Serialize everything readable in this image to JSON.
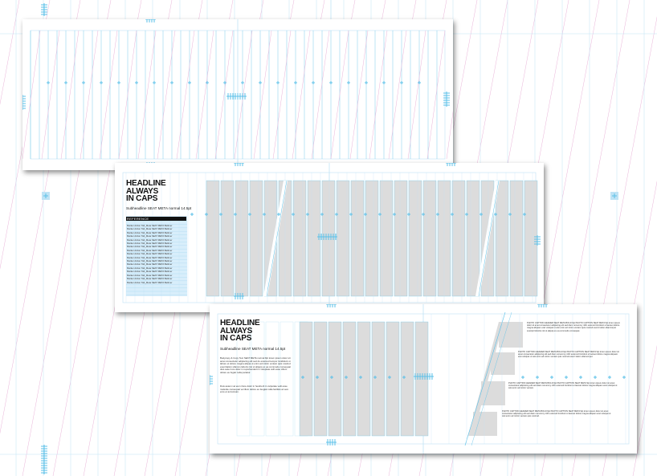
{
  "colors": {
    "guide_cyan": "#5bc0e8",
    "guide_light": "#bfe3f5",
    "guide_pink": "#e9b4d8",
    "gray_block": "#dcdcdc",
    "reference_fill": "#d8eefb",
    "text_dark": "#111111"
  },
  "spread_b": {
    "headline": "HEADLINE\nALWAYS\nIN CAPS",
    "subheadline": "Subheadline SEAT META normal 14.5pt",
    "reference_label": "REFERENCE",
    "reference_rows": [
      "Marker Action Tab_Meta SEAT META Bellmer",
      "Marker Action Tab_Meta SEAT META Bellmer",
      "Marker Action Tab_Meta SEAT META Bellmer",
      "Marker Action Tab_Meta SEAT META Bellmer",
      "Marker Action Tab_Meta SEAT META Bellmer",
      "Marker Action Tab_Meta SEAT META Bellmer",
      "Marker Action Tab_Meta SEAT META Bellmer",
      "Marker Action Tab_Meta SEAT META Bellmer",
      "Marker Action Tab_Meta SEAT META Bellmer",
      "Marker Action Tab_Meta SEAT META Bellmer",
      "Marker Action Tab_Meta SEAT META Bellmer",
      "Marker Action Tab_Meta SEAT META Bellmer",
      "Marker Action Tab_Meta SEAT META Bellmer",
      "Marker Action Tab_Meta SEAT META Bellmer",
      "Marker Action Tab_Meta SEAT META Bellmer",
      "Marker Action Tab_Meta SEAT META Bellmer",
      "Marker Action Tab_Meta SEAT META Bellmer"
    ]
  },
  "spread_c": {
    "headline": "HEADLINE\nALWAYS\nIN CAPS",
    "subheadline": "Subheadline SEAT META normal 14.5pt",
    "body_paragraph_1": "Bodycopy & Copy Text SEAT META normal 9pt lorem ipsum dolor sit amet consectetur adipiscing elit sed do eiusmod tempor incididunt ut labore et dolore magna aliqua ut enim ad minim veniam quis nostrud exercitation ullamco laboris nisi ut aliquip ex ea commodo consequat duis aute irure dolor in reprehenderit in voluptate velit esse cillum dolore eu fugiat nulla pariatur.",
    "body_paragraph_2": "Duis autem vel eum iriure dolor in hendrerit in vulputate velit esse molestie consequat vel illum dolore eu feugiat nulla facilisis at vero eros et accumsan.",
    "captions": [
      "PHOTO CAPTION HEADER SEAT META BOLD 9pt PHOTO CAPTION SEAT META 9pt lorem ipsum dolor sit amet consectetur adipiscing elit sed diam nonummy nibh euismod tincidunt ut laoreet dolore magna aliquam erat volutpat ut wisi enim ad minim veniam quis nostrud exerci tation ullamcorper suscipit lobortis nisl ut aliquip ex ea commodo consequat.",
      "PHOTO CAPTION HEADER SEAT META BOLD 9pt PHOTO CAPTION SEAT META 9pt lorem ipsum dolor sit amet consectetur adipiscing elit sed diam nonummy nibh euismod tincidunt ut laoreet dolore magna aliquam erat volutpat ut wisi enim ad minim veniam quis nostrud exerci tation ullamcorper.",
      "PHOTO CAPTION HEADER SEAT META BOLD 9pt PHOTO CAPTION SEAT META 9pt lorem ipsum dolor sit amet consectetur adipiscing elit sed diam nonummy nibh euismod tincidunt ut laoreet dolore magna aliquam erat volutpat ut wisi enim ad minim veniam.",
      "PHOTO CAPTION HEADER SEAT META BOLD 9pt PHOTO CAPTION SEAT META 9pt lorem ipsum dolor sit amet consectetur adipiscing elit sed diam nonummy nibh euismod tincidunt ut laoreet dolore magna aliquam erat volutpat ut wisi enim ad minim veniam quis nostrud."
    ]
  }
}
